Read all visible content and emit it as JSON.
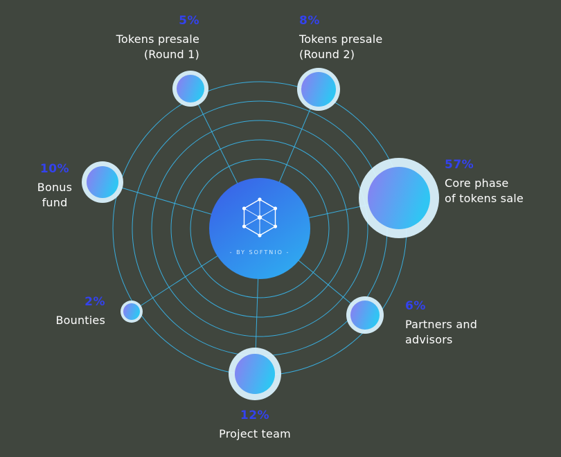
{
  "center": {
    "caption": "- BY SOFTNIO -",
    "logo_icon": "hexagon-network-icon"
  },
  "nodes": [
    {
      "id": "tokens-presale-round-1",
      "percent": "5%",
      "lines": [
        "Tokens presale",
        "(Round 1)"
      ]
    },
    {
      "id": "tokens-presale-round-2",
      "percent": "8%",
      "lines": [
        "Tokens presale",
        "(Round 2)"
      ]
    },
    {
      "id": "core-phase",
      "percent": "57%",
      "lines": [
        "Core phase",
        "of tokens sale"
      ]
    },
    {
      "id": "bonus-fund",
      "percent": "10%",
      "lines": [
        "Bonus",
        "fund"
      ]
    },
    {
      "id": "bounties",
      "percent": "2%",
      "lines": [
        "Bounties"
      ]
    },
    {
      "id": "partners-advisors",
      "percent": "6%",
      "lines": [
        "Partners and",
        "advisors"
      ]
    },
    {
      "id": "project-team",
      "percent": "12%",
      "lines": [
        "Project team"
      ]
    }
  ],
  "chart_data": {
    "type": "pie",
    "categories": [
      "Tokens presale (Round 1)",
      "Tokens presale (Round 2)",
      "Core phase of tokens sale",
      "Bonus fund",
      "Bounties",
      "Partners and advisors",
      "Project team"
    ],
    "values": [
      5,
      8,
      57,
      10,
      2,
      6,
      12
    ],
    "unit": "%",
    "legend_position": "around-nodes"
  },
  "colors": {
    "background": "#40463e",
    "orbit_cyan": "#38b8ee",
    "percent_blue": "#3342ee",
    "label_white": "#ffffff",
    "node_halo": "#d9f1fc",
    "node_gradient_start": "#8e7bf2",
    "node_gradient_end": "#30c5f3",
    "center_gradient_start": "#3a5ce7",
    "center_gradient_end": "#2fa9f0"
  }
}
